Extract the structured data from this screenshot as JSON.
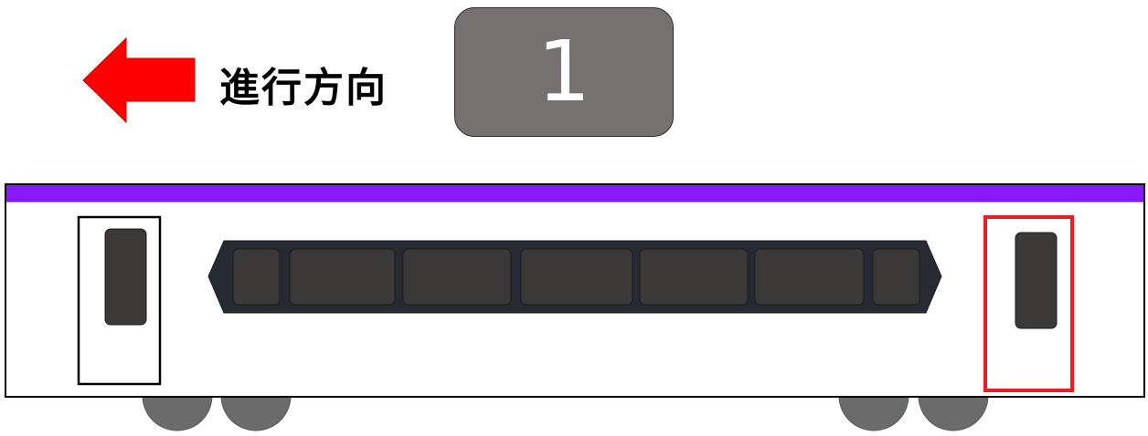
{
  "direction": {
    "label": "進行方向",
    "arrow_color": "#ff0000",
    "arrow_icon": "left-arrow-icon"
  },
  "car": {
    "number": "1",
    "number_box_color": "#767171",
    "stripe_color": "#8a17ff",
    "body_color": "#ffffff",
    "window_color": "#3a3938",
    "wheel_color": "#6b6b6b",
    "highlight_color": "#ec1c24",
    "window_panes": 7,
    "wheels": 4
  }
}
